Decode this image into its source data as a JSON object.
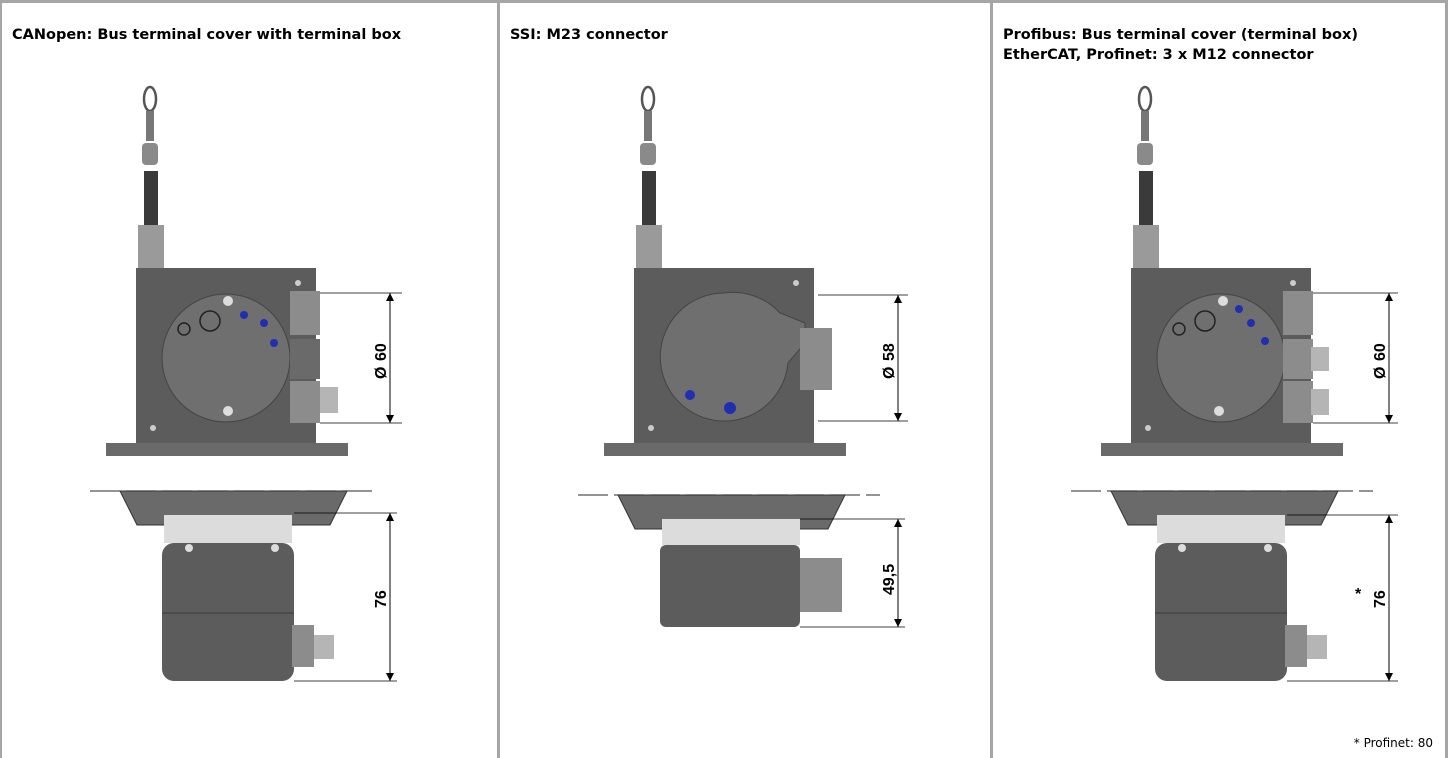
{
  "panels": [
    {
      "title_lines": [
        "CANopen: Bus terminal cover with terminal box"
      ],
      "dim_top": "60",
      "dim_bottom": "76",
      "dim_bottom_mark": ""
    },
    {
      "title_lines": [
        "SSI: M23 connector"
      ],
      "dim_top": "58",
      "dim_bottom": "49,5",
      "dim_bottom_mark": ""
    },
    {
      "title_lines": [
        "Profibus: Bus terminal cover (terminal box)",
        "EtherCAT, Profinet: 3 x M12 connector"
      ],
      "dim_top": "60",
      "dim_bottom": "76",
      "dim_bottom_mark": "*"
    }
  ],
  "diameter_symbol": "Ø",
  "footnote": "* Profinet: 80",
  "colors": {
    "border": "#a6a6a6",
    "housing": "#5a5a5a",
    "housing_light": "#7a7a7a",
    "metal": "#b5b5b5",
    "led": "#1f2fb0"
  }
}
